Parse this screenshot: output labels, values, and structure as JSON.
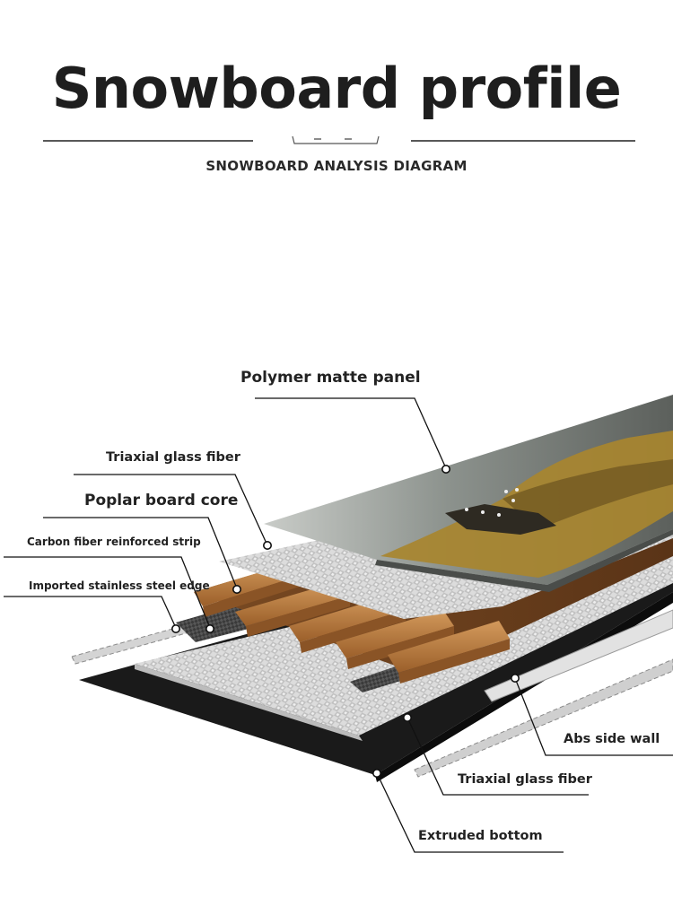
{
  "header": {
    "title": "Snowboard profile",
    "subtitle": "SNOWBOARD ANALYSIS DIAGRAM"
  },
  "labels": {
    "polymer_panel": "Polymer matte panel",
    "triaxial_top": "Triaxial glass fiber",
    "poplar_core": "Poplar board core",
    "carbon_strip": "Carbon fiber reinforced strip",
    "steel_edge": "Imported stainless steel edge",
    "abs_side_wall": "Abs side wall",
    "triaxial_bottom": "Triaxial glass fiber",
    "extruded_bottom": "Extruded bottom"
  },
  "colors": {
    "wood": "#b4743c",
    "topsheet": "#8a8e8a",
    "base": "#1c1c1c",
    "fiber": "#d9d9d9",
    "graphic": "#b08a2e"
  }
}
